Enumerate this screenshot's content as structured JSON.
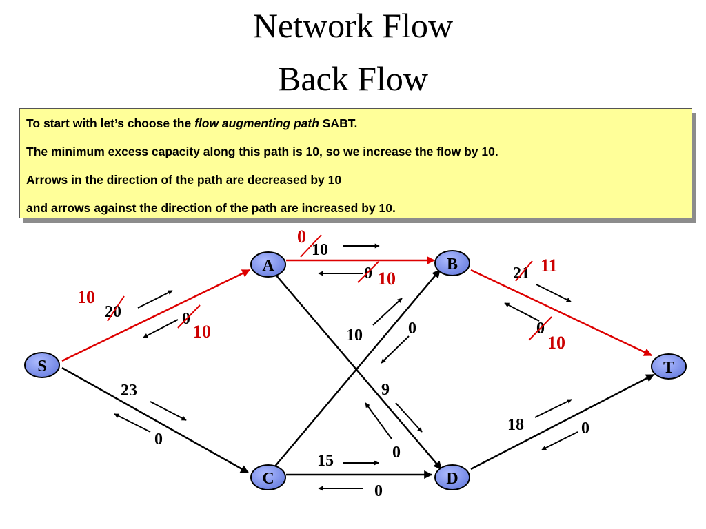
{
  "title": {
    "line1": "Network Flow",
    "line2": "Back Flow"
  },
  "note": {
    "line1_pre": "To start with let’s choose the ",
    "line1_em": "flow augmenting path",
    "line1_post": " SABT.",
    "line2": "The minimum excess capacity along this path is 10, so we increase the flow by 10.",
    "line3": "Arrows in the direction of the path are decreased by 10",
    "line4": "and arrows against the direction of the path are increased by 10."
  },
  "colors": {
    "path": "#dd0000",
    "node_fill": "#7b8fe8",
    "note_bg": "#ffff99"
  },
  "nodes": {
    "S": "S",
    "A": "A",
    "B": "B",
    "C": "C",
    "D": "D",
    "T": "T"
  },
  "augmenting_path": [
    "S",
    "A",
    "B",
    "T"
  ],
  "labels": {
    "sa_fwd_old": "20",
    "sa_fwd_new": "10",
    "sa_back_old": "0",
    "sa_back_new": "10",
    "ab_fwd_old": "10",
    "ab_fwd_new": "0",
    "ab_back_old": "0",
    "ab_back_new": "10",
    "bt_fwd_old": "21",
    "bt_fwd_new": "11",
    "bt_back_old": "0",
    "bt_back_new": "10",
    "sc_fwd": "23",
    "sc_back": "0",
    "cb_fwd": "10",
    "cb_back": "0",
    "ad_fwd": "9",
    "ad_back": "0",
    "cd_fwd": "15",
    "cd_back": "0",
    "dt_fwd": "18",
    "dt_back": "0"
  }
}
